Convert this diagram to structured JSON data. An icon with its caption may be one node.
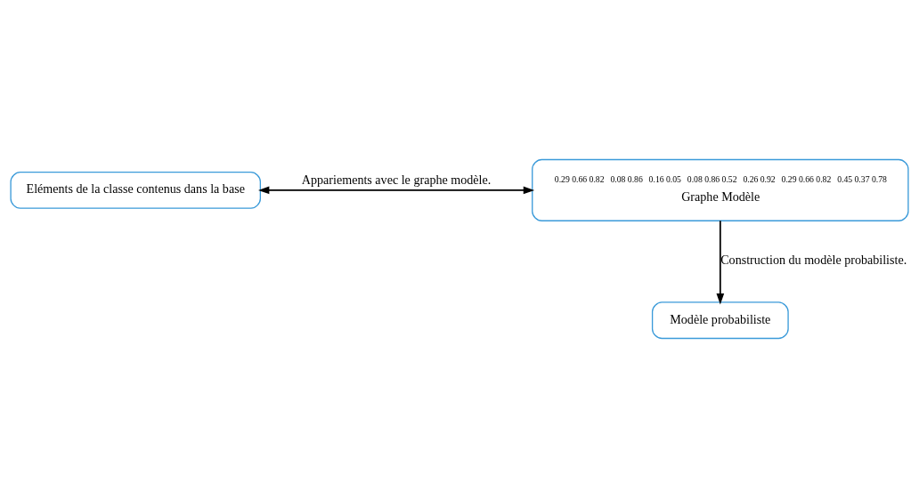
{
  "diagram": {
    "nodes": [
      {
        "text": [
          "Eléments de la classe contenus dans la base"
        ]
      },
      {
        "text": [
          "0.29 0.66 0.82",
          "0.08 0.86",
          "0.16 0.05",
          "0.08 0.86 0.52",
          "0.26 0.92",
          "0.29 0.66 0.82",
          "0.45 0.37 0.78",
          "Graphe Modèle"
        ]
      },
      {
        "text": [
          "Modèle probabiliste"
        ]
      }
    ],
    "edges": [
      {
        "from": 0,
        "to": 1,
        "arrow": "both",
        "label": "Appariements avec le graphe modèle."
      },
      {
        "from": 1,
        "to": 2,
        "arrow": "to",
        "label": "Construction du modèle probabiliste."
      }
    ]
  }
}
